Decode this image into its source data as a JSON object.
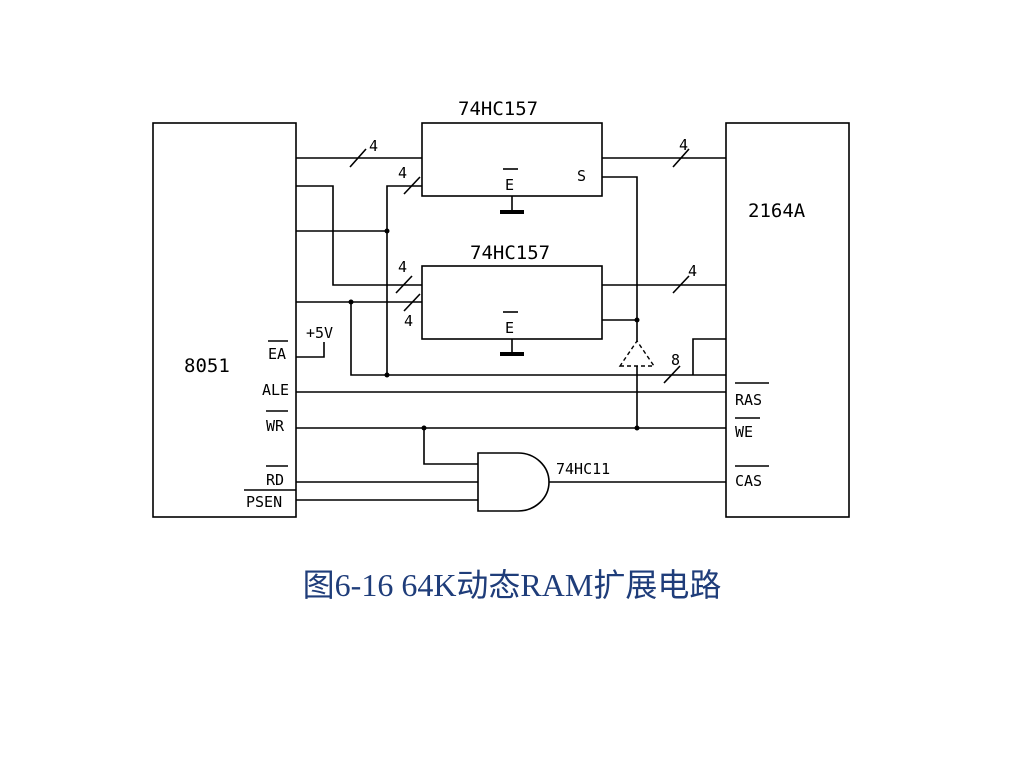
{
  "diagram": {
    "cpu_label": "8051",
    "ram_label": "2164A",
    "mux1_label": "74HC157",
    "mux2_label": "74HC157",
    "gate_label": "74HC11",
    "mux_enable_pin": "E",
    "mux_select_pin": "S",
    "supply_label": "+5V",
    "cpu_pins": {
      "ea": "EA",
      "ale": "ALE",
      "wr": "WR",
      "rd": "RD",
      "psen": "PSEN"
    },
    "ram_pins": {
      "ras": "RAS",
      "we": "WE",
      "cas": "CAS"
    },
    "bus_widths": {
      "mux1_in_top": "4",
      "mux1_in_bottom": "4",
      "mux1_out": "4",
      "mux2_in_top": "4",
      "mux2_in_bottom": "4",
      "mux2_out": "4",
      "data_bus": "8"
    }
  },
  "caption": "图6-16  64K动态RAM扩展电路"
}
